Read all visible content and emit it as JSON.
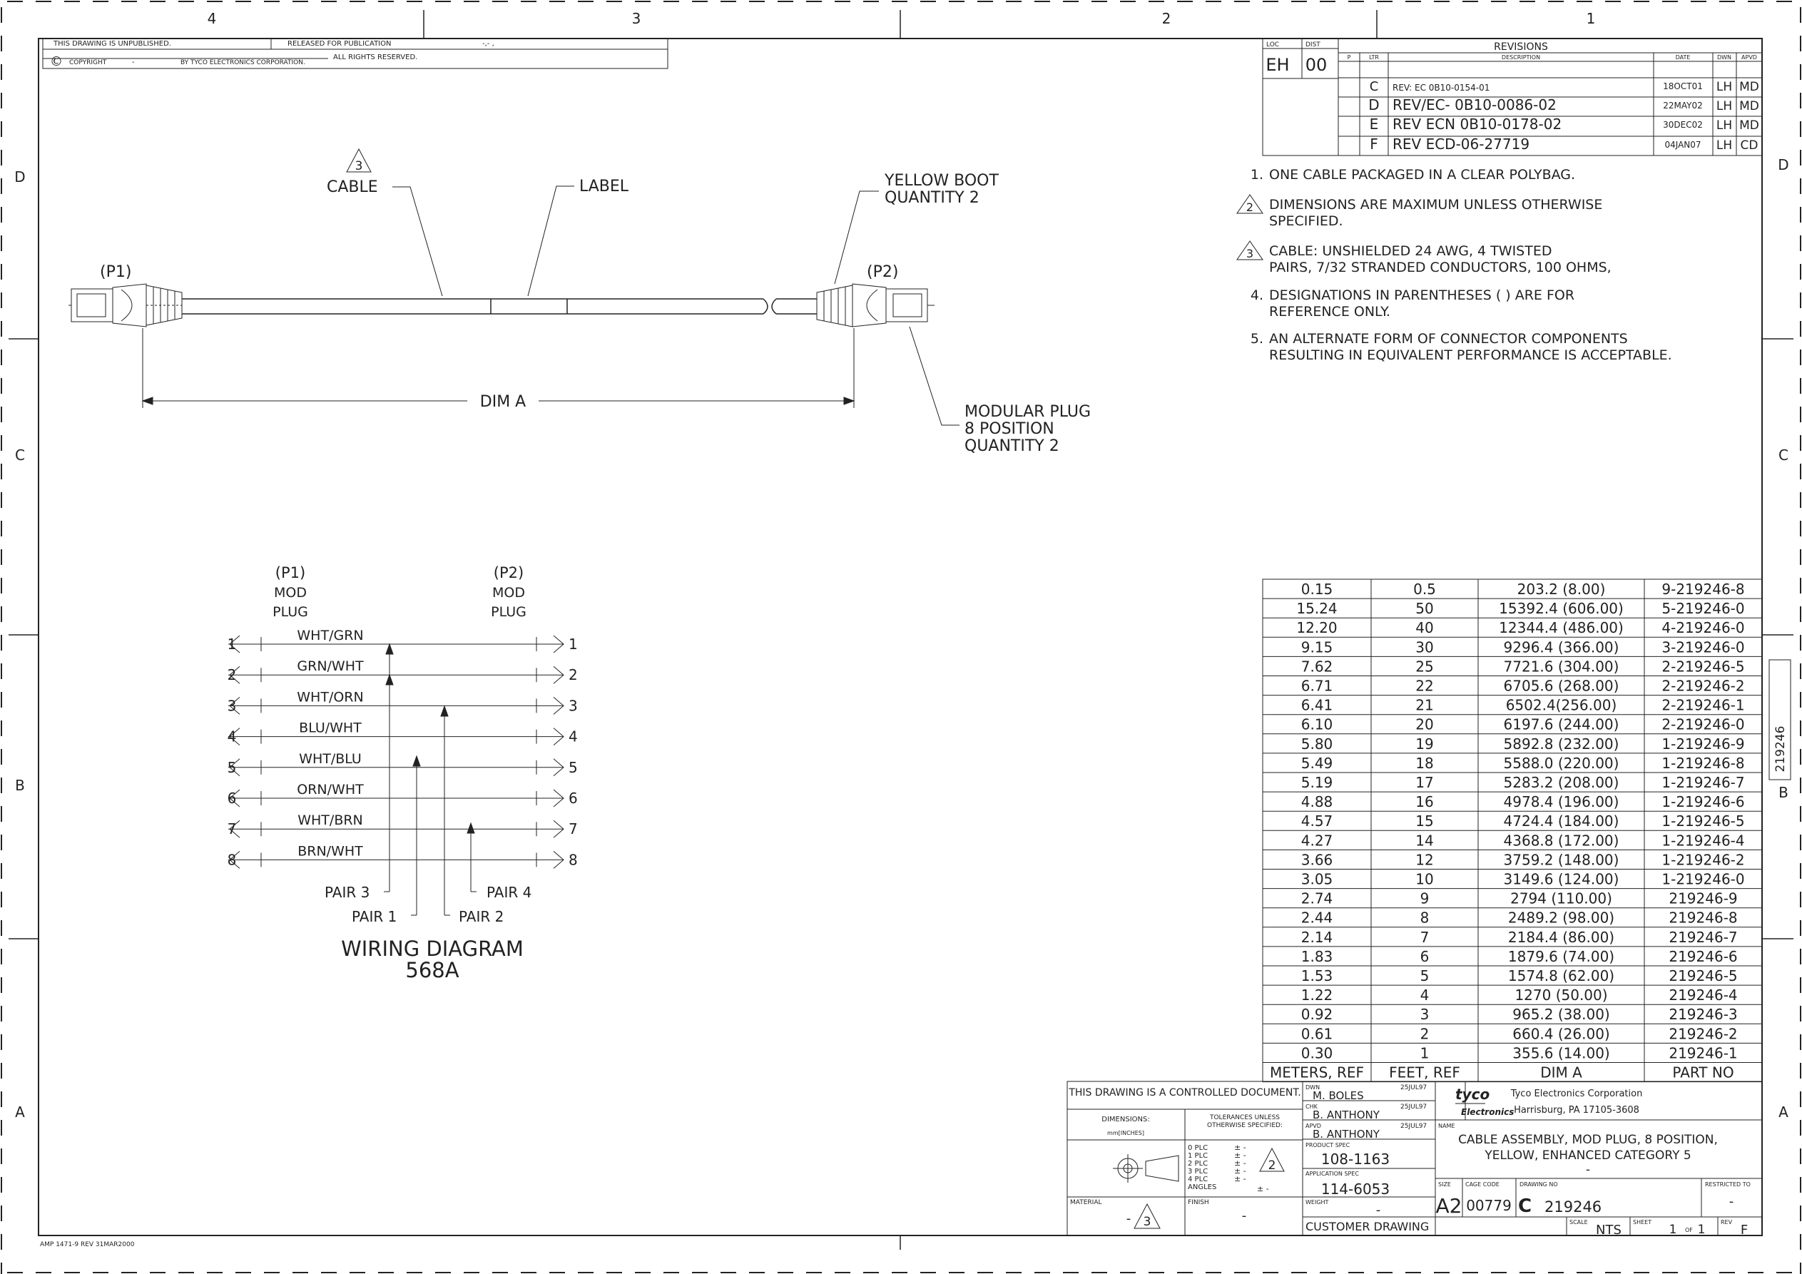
{
  "zones": {
    "columns": [
      "4",
      "3",
      "2",
      "1"
    ],
    "rows": [
      "D",
      "C",
      "B",
      "A"
    ]
  },
  "header": {
    "unpublished": "THIS DRAWING IS UNPUBLISHED.",
    "released": "RELEASED FOR PUBLICATION",
    "released_value": "-,- ,",
    "copyright_symbol": "©",
    "copyright": "COPYRIGHT",
    "copyright_dash": "-",
    "by": "BY TYCO ELECTRONICS CORPORATION.",
    "rights": "ALL RIGHTS RESERVED."
  },
  "revisions": {
    "loc_label": "LOC",
    "loc": "EH",
    "dist_label": "DIST",
    "dist": "00",
    "title": "REVISIONS",
    "columns": [
      "P",
      "LTR",
      "DESCRIPTION",
      "DATE",
      "DWN",
      "APVD"
    ],
    "rows": [
      {
        "ltr": "C",
        "desc": "REV: EC 0B10-0154-01",
        "date": "18OCT01",
        "dwn": "LH",
        "apvd": "MD"
      },
      {
        "ltr": "D",
        "desc": "REV/EC- 0B10-0086-02",
        "date": "22MAY02",
        "dwn": "LH",
        "apvd": "MD"
      },
      {
        "ltr": "E",
        "desc": "REV ECN 0B10-0178-02",
        "date": "30DEC02",
        "dwn": "LH",
        "apvd": "MD"
      },
      {
        "ltr": "F",
        "desc": "REV ECD-06-27719",
        "date": "04JAN07",
        "dwn": "LH",
        "apvd": "CD"
      }
    ]
  },
  "notes": [
    {
      "num": "1.",
      "flag": false,
      "lines": [
        "ONE CABLE PACKAGED IN A CLEAR POLYBAG."
      ]
    },
    {
      "num": "2",
      "flag": true,
      "lines": [
        "DIMENSIONS ARE MAXIMUM UNLESS OTHERWISE",
        "SPECIFIED."
      ]
    },
    {
      "num": "3",
      "flag": true,
      "lines": [
        "CABLE: UNSHIELDED 24 AWG, 4 TWISTED",
        "PAIRS, 7/32 STRANDED CONDUCTORS, 100 OHMS,"
      ]
    },
    {
      "num": "4.",
      "flag": false,
      "lines": [
        "DESIGNATIONS IN PARENTHESES ( ) ARE FOR",
        "REFERENCE ONLY."
      ]
    },
    {
      "num": "5.",
      "flag": false,
      "lines": [
        "AN ALTERNATE FORM OF CONNECTOR COMPONENTS",
        "RESULTING IN EQUIVALENT PERFORMANCE IS ACCEPTABLE."
      ]
    }
  ],
  "cable": {
    "flag": "3",
    "cable": "CABLE",
    "label": "LABEL",
    "boot": [
      "YELLOW BOOT",
      "QUANTITY 2"
    ],
    "p1": "(P1)",
    "p2": "(P2)",
    "dim": "DIM A",
    "plug": [
      "MODULAR PLUG",
      "8 POSITION",
      "QUANTITY 2"
    ]
  },
  "wiring": {
    "p1": [
      "(P1)",
      "MOD",
      "PLUG"
    ],
    "p2": [
      "(P2)",
      "MOD",
      "PLUG"
    ],
    "wires": [
      {
        "pin": "1",
        "color": "WHT/GRN"
      },
      {
        "pin": "2",
        "color": "GRN/WHT"
      },
      {
        "pin": "3",
        "color": "WHT/ORN"
      },
      {
        "pin": "4",
        "color": "BLU/WHT"
      },
      {
        "pin": "5",
        "color": "WHT/BLU"
      },
      {
        "pin": "6",
        "color": "ORN/WHT"
      },
      {
        "pin": "7",
        "color": "WHT/BRN"
      },
      {
        "pin": "8",
        "color": "BRN/WHT"
      }
    ],
    "pairs": {
      "pair3": "PAIR 3",
      "pair1": "PAIR 1",
      "pair2": "PAIR 2",
      "pair4": "PAIR 4"
    },
    "title": "WIRING DIAGRAM",
    "subtitle": "568A"
  },
  "parts_table": {
    "columns": [
      "METERS, REF",
      "FEET, REF",
      "DIM A",
      "PART NO"
    ],
    "rows": [
      [
        "0.15",
        "0.5",
        "203.2 (8.00)",
        "9-219246-8"
      ],
      [
        "15.24",
        "50",
        "15392.4 (606.00)",
        "5-219246-0"
      ],
      [
        "12.20",
        "40",
        "12344.4 (486.00)",
        "4-219246-0"
      ],
      [
        "9.15",
        "30",
        "9296.4 (366.00)",
        "3-219246-0"
      ],
      [
        "7.62",
        "25",
        "7721.6 (304.00)",
        "2-219246-5"
      ],
      [
        "6.71",
        "22",
        "6705.6 (268.00)",
        "2-219246-2"
      ],
      [
        "6.41",
        "21",
        "6502.4(256.00)",
        "2-219246-1"
      ],
      [
        "6.10",
        "20",
        "6197.6 (244.00)",
        "2-219246-0"
      ],
      [
        "5.80",
        "19",
        "5892.8 (232.00)",
        "1-219246-9"
      ],
      [
        "5.49",
        "18",
        "5588.0 (220.00)",
        "1-219246-8"
      ],
      [
        "5.19",
        "17",
        "5283.2 (208.00)",
        "1-219246-7"
      ],
      [
        "4.88",
        "16",
        "4978.4 (196.00)",
        "1-219246-6"
      ],
      [
        "4.57",
        "15",
        "4724.4 (184.00)",
        "1-219246-5"
      ],
      [
        "4.27",
        "14",
        "4368.8 (172.00)",
        "1-219246-4"
      ],
      [
        "3.66",
        "12",
        "3759.2 (148.00)",
        "1-219246-2"
      ],
      [
        "3.05",
        "10",
        "3149.6 (124.00)",
        "1-219246-0"
      ],
      [
        "2.74",
        "9",
        "2794 (110.00)",
        "219246-9"
      ],
      [
        "2.44",
        "8",
        "2489.2 (98.00)",
        "219246-8"
      ],
      [
        "2.14",
        "7",
        "2184.4 (86.00)",
        "219246-7"
      ],
      [
        "1.83",
        "6",
        "1879.6 (74.00)",
        "219246-6"
      ],
      [
        "1.53",
        "5",
        "1574.8 (62.00)",
        "219246-5"
      ],
      [
        "1.22",
        "4",
        "1270 (50.00)",
        "219246-4"
      ],
      [
        "0.92",
        "3",
        "965.2 (38.00)",
        "219246-3"
      ],
      [
        "0.61",
        "2",
        "660.4 (26.00)",
        "219246-2"
      ],
      [
        "0.30",
        "1",
        "355.6 (14.00)",
        "219246-1"
      ]
    ]
  },
  "side_tab": "219246",
  "title_block": {
    "controlled": "THIS DRAWING IS A CONTROLLED DOCUMENT.",
    "dimensions_label": "DIMENSIONS:",
    "dimensions_units": "mm[INCHES]",
    "tolerances": [
      "TOLERANCES UNLESS",
      "OTHERWISE SPECIFIED:"
    ],
    "plc": [
      "0 PLC",
      "1 PLC",
      "2 PLC",
      "3 PLC",
      "4 PLC",
      "ANGLES"
    ],
    "plc_values": [
      "± -",
      "± -",
      "± -",
      "± -",
      "± -",
      "± -"
    ],
    "tol_flag": "2",
    "material_label": "MATERIAL",
    "material_value": "-",
    "material_flag": "3",
    "finish_label": "FINISH",
    "finish_value": "-",
    "dwn_label": "DWN",
    "dwn_name": "M. BOLES",
    "dwn_date": "25JUL97",
    "chk_label": "CHK",
    "chk_name": "B. ANTHONY",
    "chk_date": "25JUL97",
    "apvd_label": "APVD",
    "apvd_name": "B. ANTHONY",
    "apvd_date": "25JUL97",
    "product_spec_label": "PRODUCT SPEC",
    "product_spec": "108-1163",
    "application_spec_label": "APPLICATION SPEC",
    "application_spec": "114-6053",
    "weight_label": "WEIGHT",
    "weight": "-",
    "logo_top": "tyco",
    "logo_bottom": "Electronics",
    "company": "Tyco Electronics Corporation",
    "address": "Harrisburg, PA 17105-3608",
    "name_label": "NAME",
    "name_lines": [
      "CABLE ASSEMBLY, MOD PLUG, 8 POSITION,",
      "YELLOW, ENHANCED CATEGORY 5",
      "-"
    ],
    "size_label": "SIZE",
    "size": "A2",
    "cage_label": "CAGE CODE",
    "cage": "00779",
    "dwg_label": "DRAWING NO",
    "dwg_prefix": "C",
    "dwg": "219246",
    "restricted_label": "RESTRICTED TO",
    "restricted": "-",
    "customer": "CUSTOMER DRAWING",
    "scale_label": "SCALE",
    "scale": "NTS",
    "sheet_label": "SHEET",
    "sheet": "1",
    "sheet_of": "OF",
    "sheet_total": "1",
    "rev_label": "REV",
    "rev": "F"
  },
  "form_number": "AMP 1471-9 REV 31MAR2000"
}
